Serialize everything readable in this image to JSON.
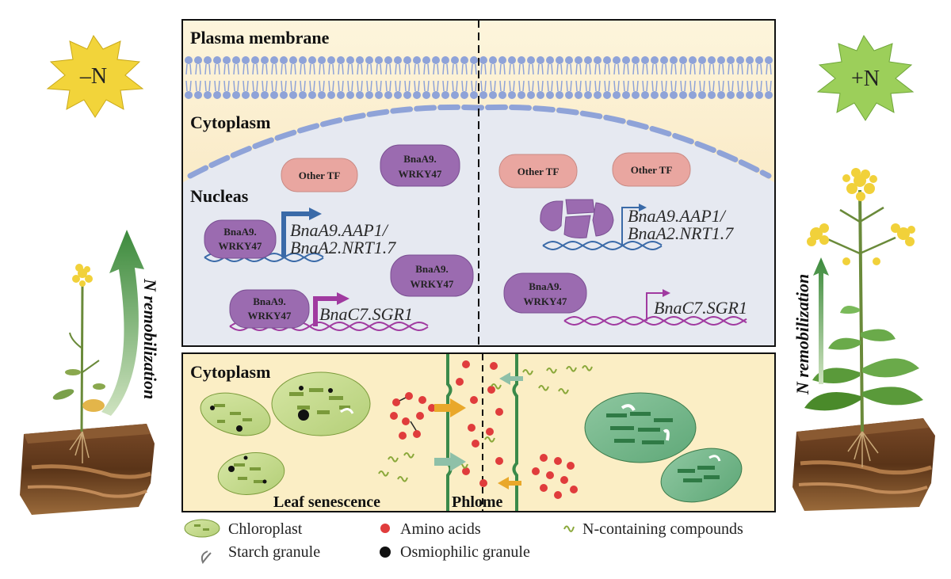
{
  "labels": {
    "minus_n": "–N",
    "plus_n": "+N",
    "plasma_membrane": "Plasma membrane",
    "cytoplasm_top": "Cytoplasm",
    "nucleus": "Nucleas",
    "cytoplasm_bottom": "Cytoplasm",
    "leaf_senescence": "Leaf senescence",
    "phloem": "Phlome",
    "n_remob_left": "N remobilization",
    "n_remob_right": "N remobilization"
  },
  "transcription_factors": {
    "other_tf": "Other TF",
    "wrky_line1": "BnaA9.",
    "wrky_line2": "WRKY47"
  },
  "genes": {
    "aap1_line1": "BnaA9.AAP1/",
    "aap1_line2": "BnaA2.NRT1.7",
    "sgr1": "BnaC7.SGR1"
  },
  "legend": {
    "chloroplast": "Chloroplast",
    "starch": "Starch granule",
    "amino_acids": "Amino acids",
    "osmiophilic": "Osmiophilic granule",
    "n_compounds": "N-containing compounds"
  },
  "colors": {
    "minus_n_star": "#f2d43a",
    "plus_n_star": "#9ccf5a",
    "wrky": "#9b6bb0",
    "other_tf": "#e9a6a0",
    "amino_acid": "#e03c3c",
    "dna_blue": "#3a6aa8",
    "dna_purple": "#a03aa0",
    "membrane": "#8fa3d8",
    "phloem": "#3a8a4a"
  }
}
